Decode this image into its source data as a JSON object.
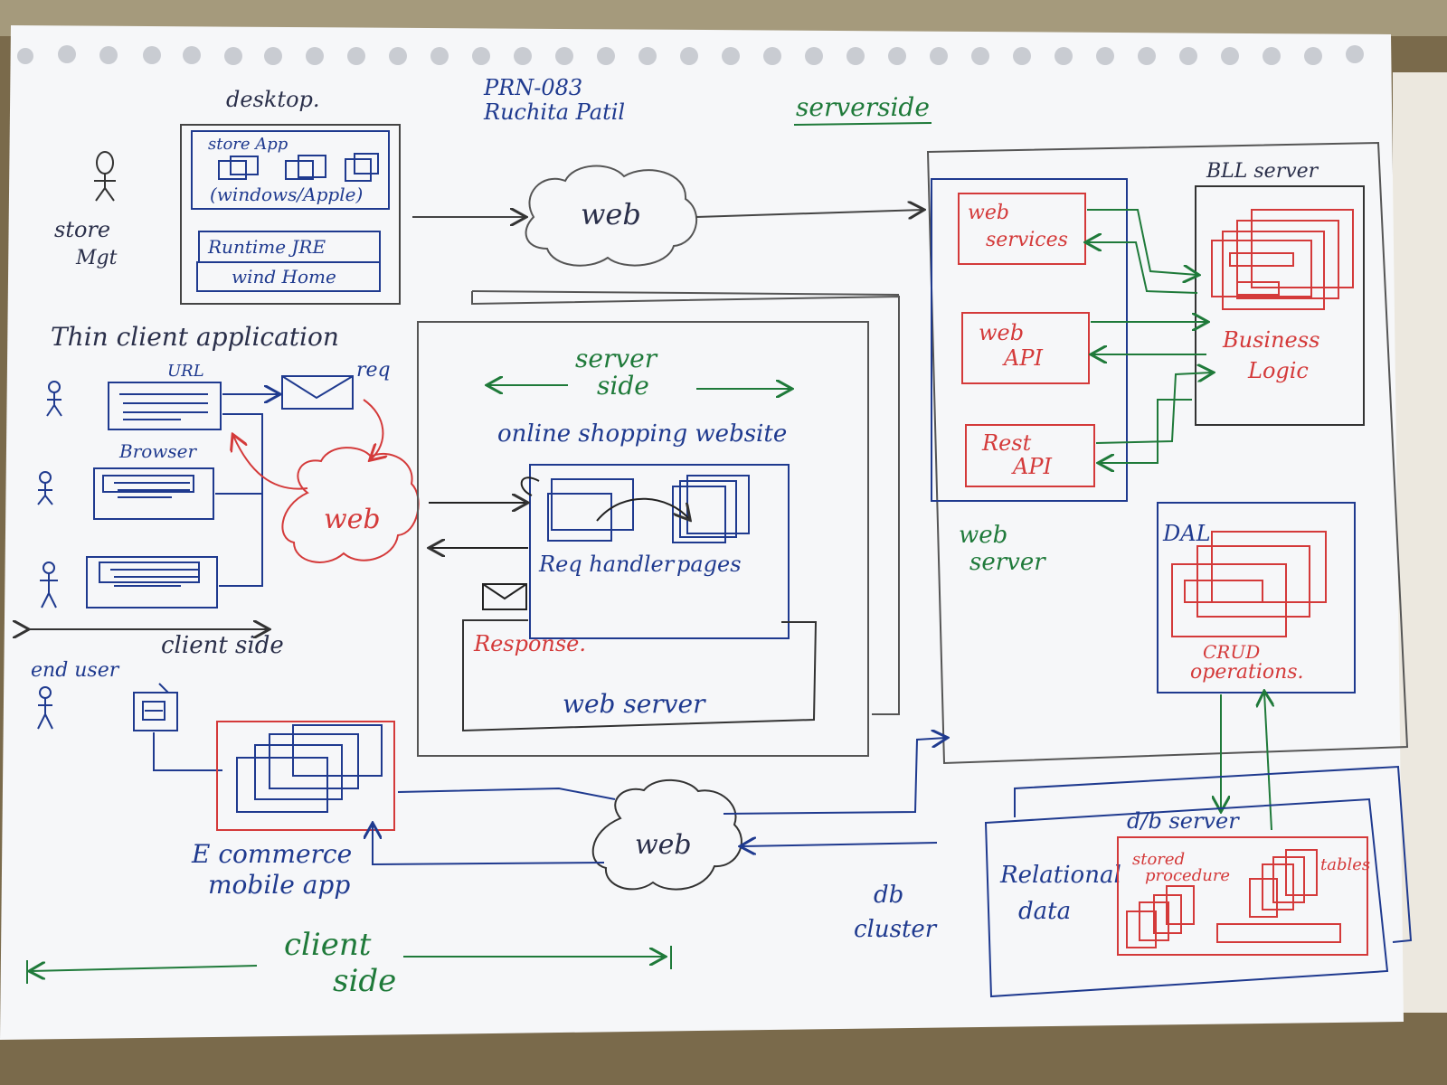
{
  "header": {
    "prn": "PRN-083",
    "author": "Ruchita Patil",
    "serverside_title": "serverside"
  },
  "desktop": {
    "title": "desktop.",
    "store_app": "store App",
    "platforms": "(windows/Apple)",
    "runtime": "Runtime JRE",
    "wind_home": "wind Home",
    "actor_line1": "store",
    "actor_line2": "Mgt"
  },
  "thin_client": {
    "title": "Thin client application",
    "url": "URL",
    "browser": "Browser",
    "req": "req",
    "web": "web",
    "client_side": "client side",
    "end_user": "end user"
  },
  "web_cloud_top": "web",
  "web_cloud_bottom": "web",
  "website": {
    "server_side_1": "server",
    "server_side_2": "side",
    "title": "online shopping website",
    "req_handler": "Req handler",
    "pages": "pages",
    "response": "Response.",
    "web_server": "web server"
  },
  "web_server_right": {
    "label_1": "web",
    "label_2": "server",
    "web_services_1": "web",
    "web_services_2": "services",
    "web_api_1": "web",
    "web_api_2": "API",
    "rest_api_1": "Rest",
    "rest_api_2": "API"
  },
  "bll": {
    "title": "BLL server",
    "business_1": "Business",
    "business_2": "Logic"
  },
  "dal": {
    "title": "DAL",
    "crud_1": "CRUD",
    "crud_2": "operations."
  },
  "db": {
    "server": "d/b server",
    "relational_1": "Relational",
    "relational_2": "data",
    "stored_1": "stored",
    "stored_2": "procedure",
    "tables": "tables",
    "cluster_1": "db",
    "cluster_2": "cluster"
  },
  "mobile": {
    "line1": "E commerce",
    "line2": "mobile app"
  },
  "footer": {
    "client_side_1": "client",
    "client_side_2": "side"
  },
  "colors": {
    "paper": "#f6f7f9",
    "blue_ink": "#1f3a8f",
    "red_ink": "#d43a3a",
    "green_ink": "#1f7a3a",
    "pencil": "#4a4a4a"
  }
}
